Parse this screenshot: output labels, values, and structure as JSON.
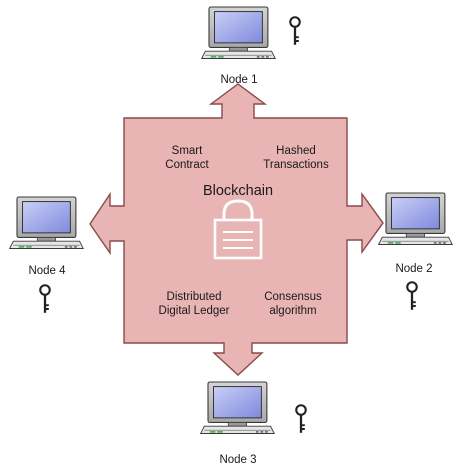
{
  "diagram": {
    "center": {
      "title": "Blockchain",
      "features": [
        {
          "lines": [
            "Smart",
            "Contract"
          ]
        },
        {
          "lines": [
            "Hashed",
            "Transactions"
          ]
        },
        {
          "lines": [
            "Distributed",
            "Digital Ledger"
          ]
        },
        {
          "lines": [
            "Consensus",
            "algorithm"
          ]
        }
      ],
      "fill_color": "#e8b4b4",
      "stroke_color": "#8a4a4a",
      "lock_icon": "padlock-icon"
    },
    "nodes": [
      {
        "label": "Node 1",
        "icon": "computer-icon",
        "key_icon": "key-icon"
      },
      {
        "label": "Node 2",
        "icon": "computer-icon",
        "key_icon": "key-icon"
      },
      {
        "label": "Node 3",
        "icon": "computer-icon",
        "key_icon": "key-icon"
      },
      {
        "label": "Node 4",
        "icon": "computer-icon",
        "key_icon": "key-icon"
      }
    ],
    "screen_color": "#9aa4e8"
  }
}
